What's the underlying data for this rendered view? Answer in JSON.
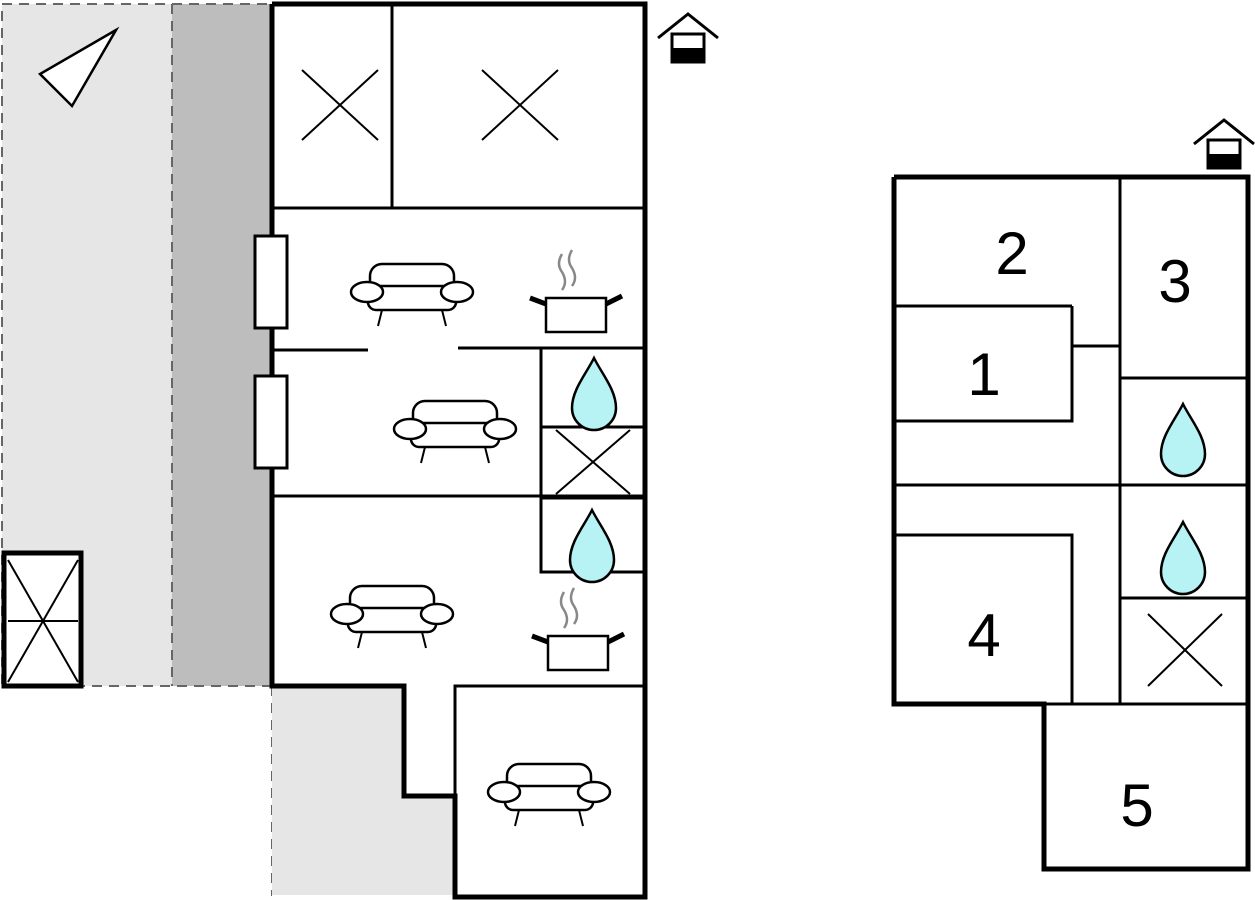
{
  "floorplan": {
    "room_numbers": [
      "1",
      "2",
      "3",
      "4",
      "5"
    ],
    "colors": {
      "terrace_light": "#e6e6e6",
      "terrace_dark": "#bdbdbd",
      "water": "#b7f2f5",
      "wall": "#000000"
    },
    "icons": [
      "compass-icon",
      "entrance-icon",
      "bed-icon",
      "sofa-icon",
      "kitchen-icon",
      "bathroom-icon"
    ]
  }
}
